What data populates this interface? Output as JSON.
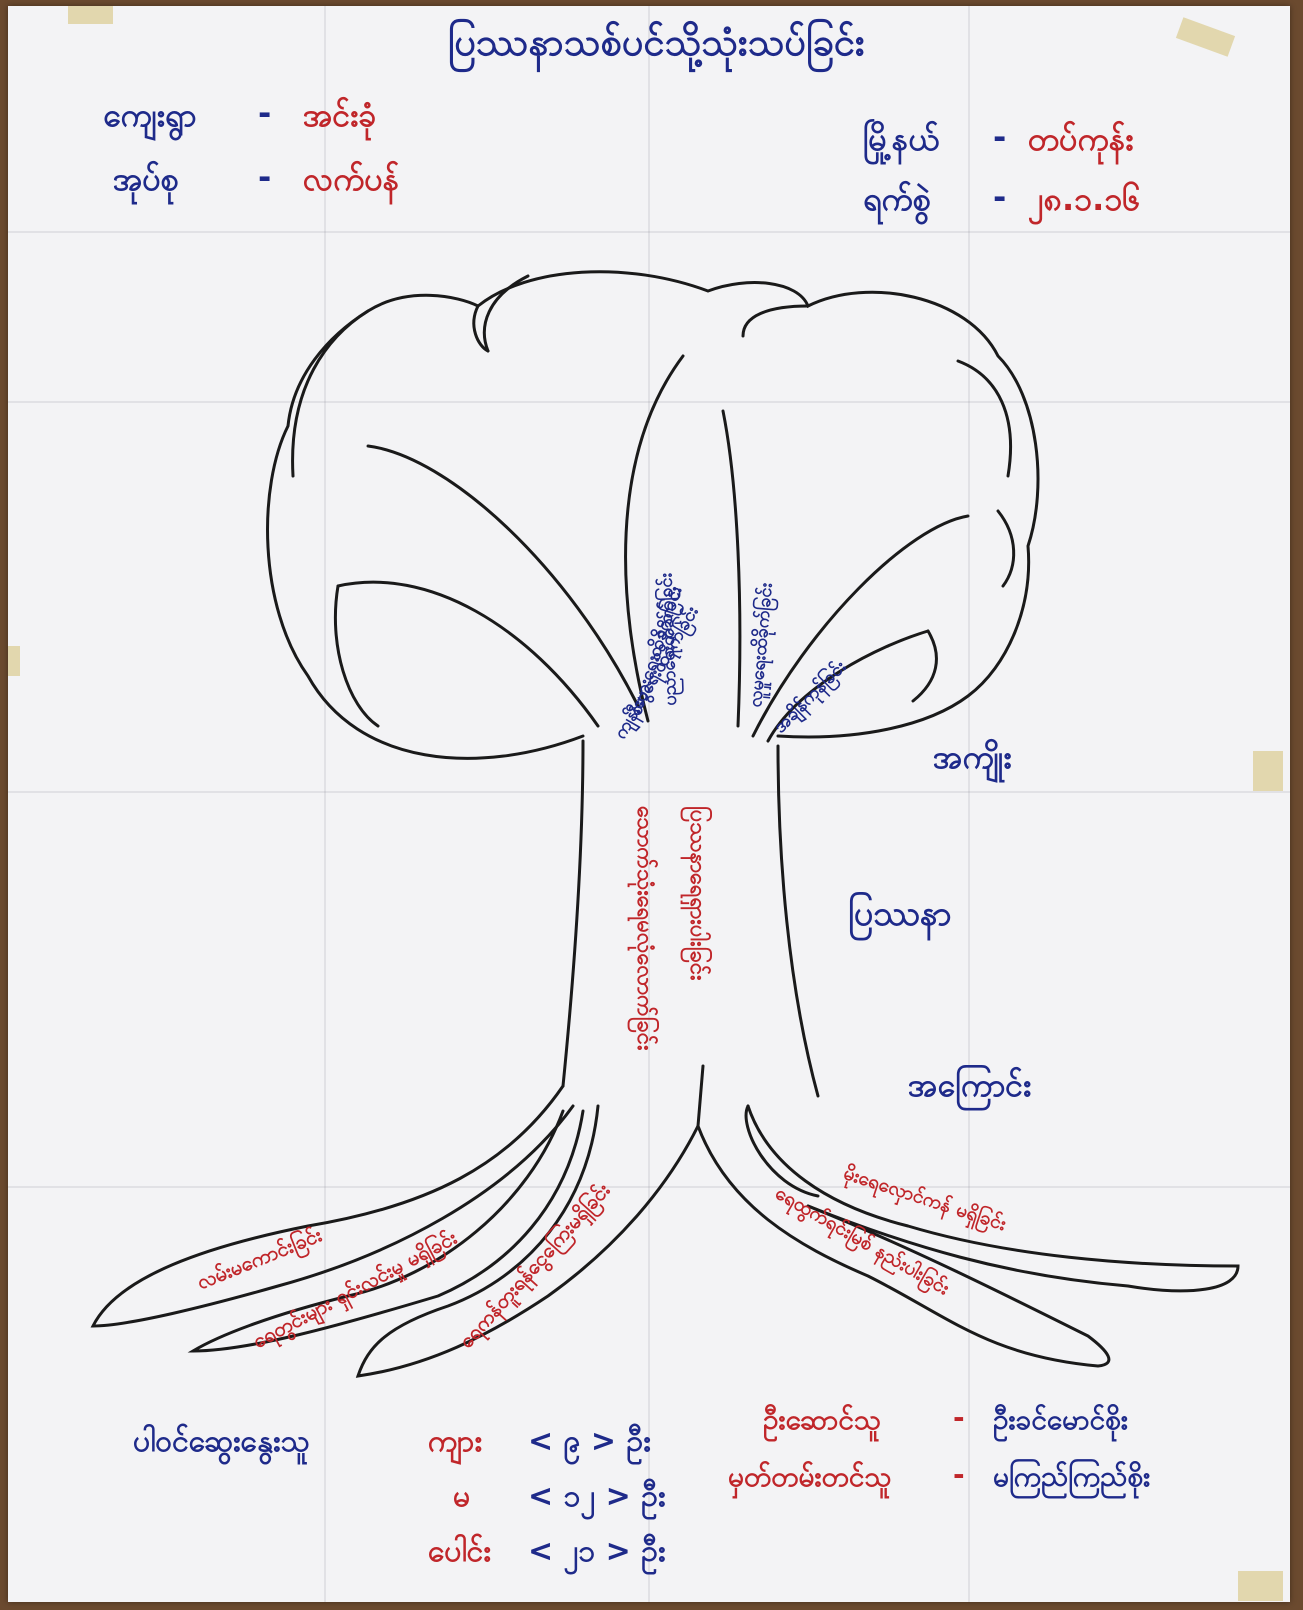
{
  "title": "ပြဿနာသစ်ပင်သို့သုံးသပ်ခြင်း",
  "header": {
    "village_label": "ကျေးရွာ",
    "village_value": "အင်းခုံ",
    "township_label": "မြို့နယ်",
    "township_value": "တပ်ကုန်း",
    "group_label": "အုပ်စု",
    "group_value": "လက်ပန်",
    "date_label": "ရက်စွဲ",
    "date_value": "၂၈.၁.၁၆"
  },
  "sections": {
    "effects_label": "အကျိုး",
    "problem_label": "ပြဿနာ",
    "causes_label": "အကြောင်း"
  },
  "trunk": {
    "line1": "သောက်သုံးရေမလုံလောက်ခြင်း",
    "line2": "ပြဿနာရေရှားပါးခြင်း"
  },
  "branches": [
    "ကျန်းမာရေးထိခိုက်ခြင်း",
    "စီးပွားရေးထိခိုက်ခြင်း",
    "ပညာရေးထိခိုက်ခြင်း",
    "လူမှုရေးထိခိုက်ခြင်း",
    "အချိန်ကုန်ခြင်း"
  ],
  "roots": [
    "လမ်းမကောင်းခြင်း",
    "ရေတွင်းများ ရှင်းလင်းမှု မရှိခြင်း",
    "ရေကန်တူးရန်ငွေကြေးမရှိခြင်း",
    "မိုးရေလှောင်ကန် မရှိခြင်း",
    "ရေထွက်ရင်းမြစ် နည်းပါးခြင်း"
  ],
  "participants": {
    "label": "ပါဝင်ဆွေးနွေးသူ",
    "male_label": "ကျား",
    "male_count": "< ၉ > ဦး",
    "female_label": "မ",
    "female_count": "< ၁၂ > ဦး",
    "total_label": "ပေါင်း",
    "total_count": "< ၂၁ > ဦး"
  },
  "facilitator": {
    "label": "ဦးဆောင်သူ",
    "value": "ဦးခင်မောင်စိုး"
  },
  "note_taker": {
    "label": "မှတ်တမ်းတင်သူ",
    "value": "မကြည်ကြည်စိုး"
  },
  "colors": {
    "blue_ink": "#1e2a8a",
    "red_ink": "#c0262a",
    "paper": "#f3f3f5",
    "line": "#1a1a1a"
  }
}
